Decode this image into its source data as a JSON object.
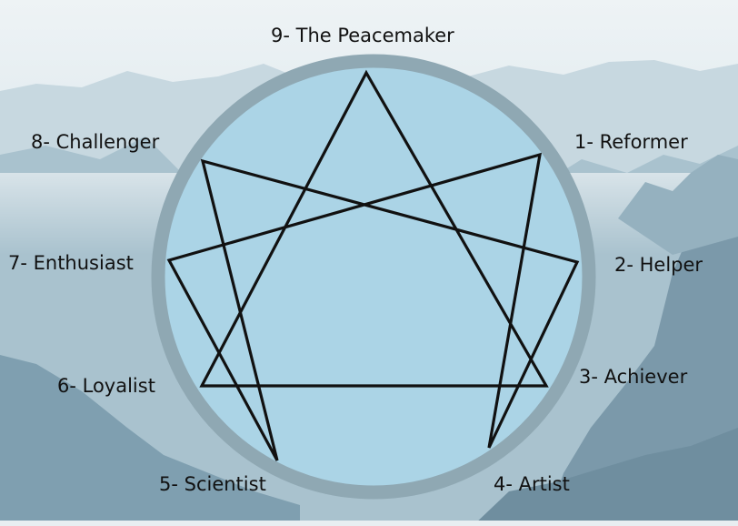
{
  "colors": {
    "sky_top": "#e6eef2",
    "mountains_far": "#b7cdd8",
    "mountains_mid": "#8aa9b9",
    "mountains_near": "#5f7f90",
    "circle_fill": "#abd4e6",
    "circle_ring": "#8fa8b3",
    "lines": "#111111",
    "text": "#111111"
  },
  "enneagram": {
    "types": [
      {
        "number": 9,
        "label": "9- The Peacemaker"
      },
      {
        "number": 1,
        "label": "1- Reformer"
      },
      {
        "number": 2,
        "label": "2- Helper"
      },
      {
        "number": 3,
        "label": "3- Achiever"
      },
      {
        "number": 4,
        "label": "4- Artist"
      },
      {
        "number": 5,
        "label": "5- Scientist"
      },
      {
        "number": 6,
        "label": "6- Loyalist"
      },
      {
        "number": 7,
        "label": "7- Enthusiast"
      },
      {
        "number": 8,
        "label": "8- Challenger"
      }
    ],
    "triangle": [
      9,
      3,
      6
    ],
    "hexad": [
      1,
      4,
      2,
      8,
      5,
      7
    ]
  }
}
